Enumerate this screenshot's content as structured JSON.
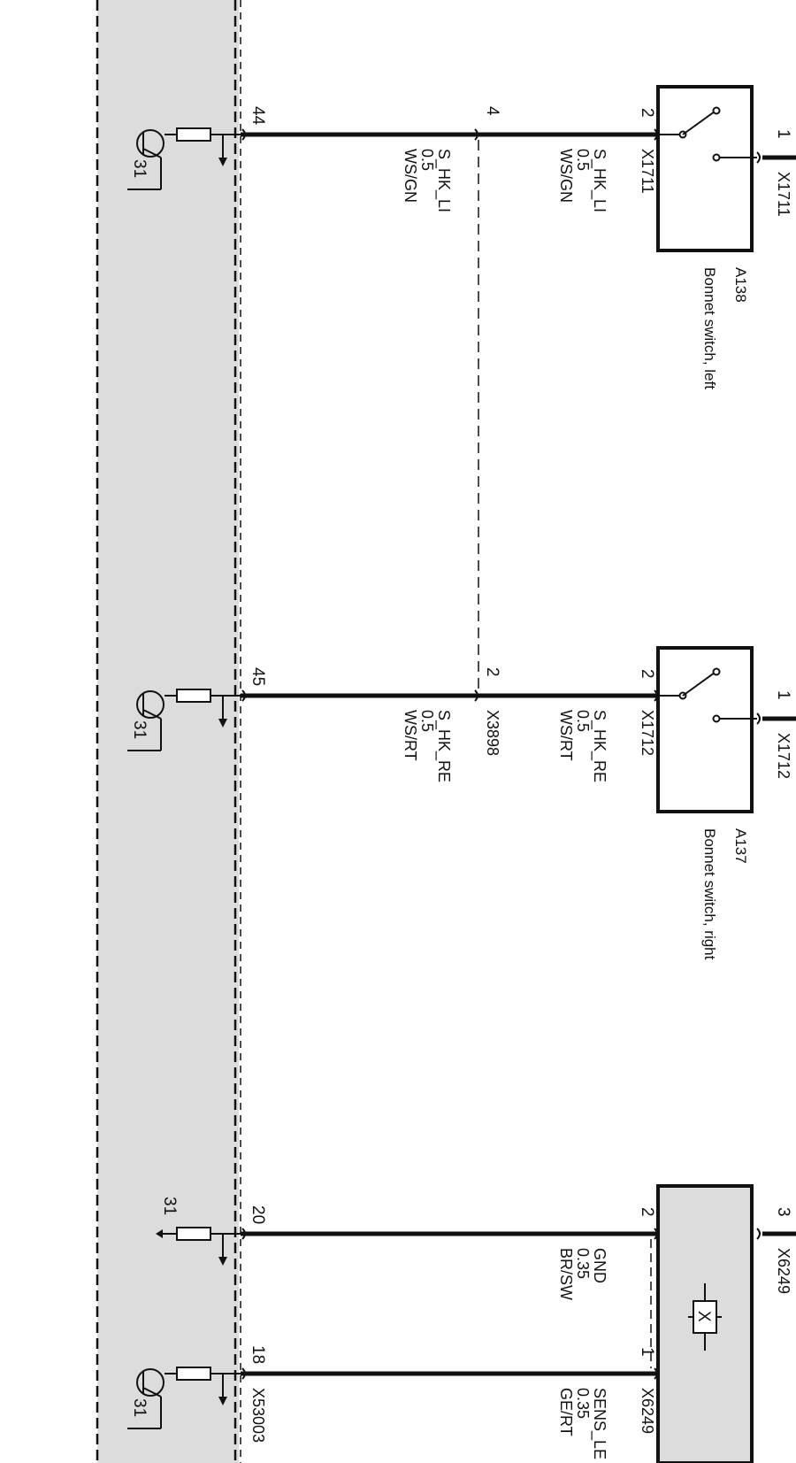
{
  "colors": {
    "module_fill": "#dcdcdc",
    "line": "#111111",
    "background": "#ffffff"
  },
  "module": {
    "connector": "X53003",
    "pins": [
      "44",
      "45",
      "20",
      "18"
    ],
    "ground_label": "31"
  },
  "circuits": [
    {
      "pin": "44",
      "midpin": "4",
      "signal": "S_HK_LI",
      "size": "0.5",
      "color": "WS/GN",
      "near_switch": {
        "signal": "S_HK_LI",
        "size": "0.5",
        "color": "WS/GN"
      }
    },
    {
      "pin": "45",
      "midpin": "2",
      "mid_connector": "X3898",
      "signal": "S_HK_RE",
      "size": "0.5",
      "color": "WS/RT",
      "near_switch": {
        "signal": "S_HK_RE",
        "size": "0.5",
        "color": "WS/RT"
      }
    },
    {
      "pin": "20",
      "signal": "GND",
      "size": "0.35",
      "color": "BR/SW"
    },
    {
      "pin": "18",
      "signal": "SENS_LE",
      "size": "0.35",
      "color": "GE/RT"
    }
  ],
  "switches": [
    {
      "id": "A138",
      "name": "Bonnet switch, left",
      "connector": "X1711",
      "pin_in": "2",
      "pin_out": "1",
      "out_connector": "X1711"
    },
    {
      "id": "A137",
      "name": "Bonnet switch, right",
      "connector": "X1712",
      "pin_in": "2",
      "pin_out": "1",
      "out_connector": "X1712"
    }
  ],
  "sensor": {
    "connector": "X6249",
    "pin_gnd": "2",
    "pin_sig": "1",
    "pin_top": "3",
    "top_connector": "X6249",
    "symbol": "X"
  }
}
